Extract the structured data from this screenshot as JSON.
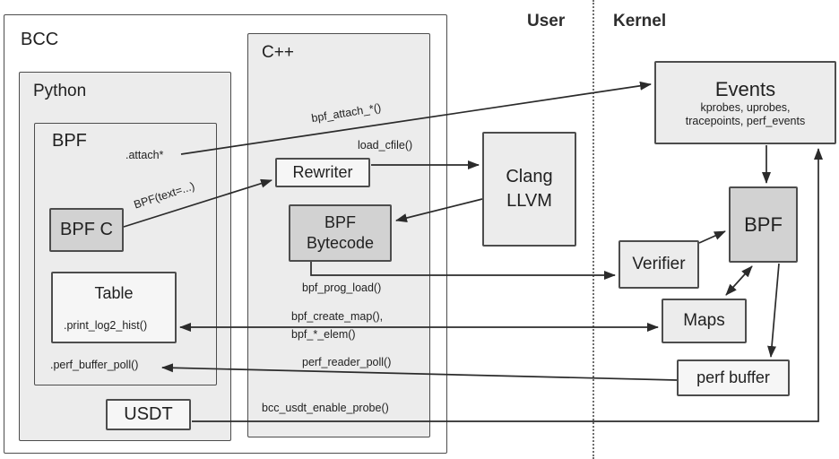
{
  "diagram": {
    "regions": {
      "user": "User",
      "kernel": "Kernel"
    },
    "containers": {
      "bcc": "BCC",
      "python": "Python",
      "bpf_py": "BPF",
      "cpp": "C++"
    },
    "nodes": {
      "bpf_c": "BPF C",
      "table": "Table",
      "usdt": "USDT",
      "rewriter": "Rewriter",
      "bytecode_line1": "BPF",
      "bytecode_line2": "Bytecode",
      "clang_line1": "Clang",
      "clang_line2": "LLVM",
      "events_title": "Events",
      "events_sub_line1": "kprobes, uprobes,",
      "events_sub_line2": "tracepoints, perf_events",
      "bpf_kernel": "BPF",
      "verifier": "Verifier",
      "maps": "Maps",
      "perf_buffer": "perf buffer"
    },
    "api_labels": {
      "attach_star": ".attach*",
      "bpf_attach": "bpf_attach_*()",
      "bpf_text": "BPF(text=...)",
      "load_cfile": "load_cfile()",
      "bpf_prog_load": "bpf_prog_load()",
      "bpf_create_map": "bpf_create_map(),",
      "bpf_star_elem": "bpf_*_elem()",
      "perf_reader_poll": "perf_reader_poll()",
      "bcc_usdt_enable_probe": "bcc_usdt_enable_probe()",
      "print_log2_hist": ".print_log2_hist()",
      "perf_buffer_poll": ".perf_buffer_poll()"
    },
    "colors": {
      "page_bg": "#ffffff",
      "container_fill": "#ececec",
      "node_fill": "#f6f6f6",
      "shaded_fill": "#d2d2d2",
      "border": "#4d4d4d",
      "text": "#212121",
      "arrow": "#2b2b2b"
    }
  }
}
